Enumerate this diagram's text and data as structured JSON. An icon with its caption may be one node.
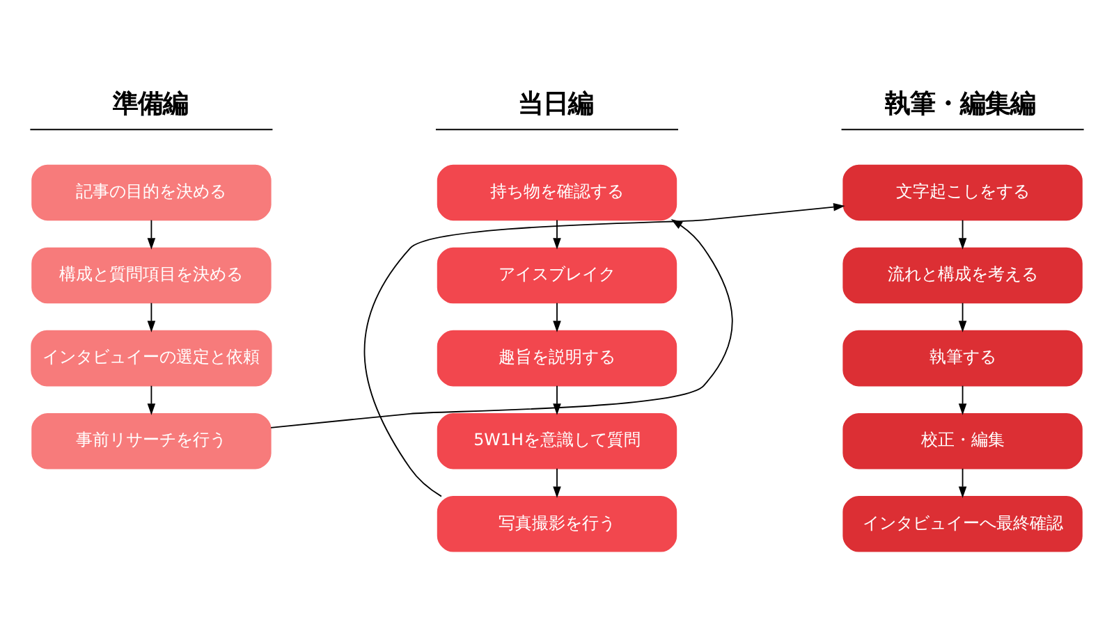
{
  "diagram": {
    "nodes": [
      {
        "text": [
          "記事の目的を決める"
        ]
      },
      {
        "text": [
          "構成と質問項目を決める"
        ]
      },
      {
        "text": [
          "インタビュイーの選定と依頼"
        ]
      },
      {
        "text": [
          "事前リサーチを行う"
        ]
      },
      {
        "text": [
          "持ち物を確認する"
        ]
      },
      {
        "text": [
          "アイスブレイク"
        ]
      },
      {
        "text": [
          "趣旨を説明する"
        ]
      },
      {
        "text": [
          "5W1Hを意識して質問"
        ]
      },
      {
        "text": [
          "写真撮影を行う"
        ]
      },
      {
        "text": [
          "文字起こしをする"
        ]
      },
      {
        "text": [
          "流れと構成を考える"
        ]
      },
      {
        "text": [
          "執筆する"
        ]
      },
      {
        "text": [
          "校正・編集"
        ]
      },
      {
        "text": [
          "インタビュイーへ最終確認"
        ]
      }
    ],
    "edges": [
      {
        "from": 0,
        "to": 1,
        "arrow": "to"
      },
      {
        "from": 1,
        "to": 2,
        "arrow": "to"
      },
      {
        "from": 2,
        "to": 3,
        "arrow": "to"
      },
      {
        "from": 3,
        "to": 4,
        "arrow": "to"
      },
      {
        "from": 4,
        "to": 5,
        "arrow": "to"
      },
      {
        "from": 5,
        "to": 6,
        "arrow": "to"
      },
      {
        "from": 6,
        "to": 7,
        "arrow": "to"
      },
      {
        "from": 7,
        "to": 8,
        "arrow": "to"
      },
      {
        "from": 8,
        "to": 9,
        "arrow": "to"
      },
      {
        "from": 9,
        "to": 10,
        "arrow": "to"
      },
      {
        "from": 10,
        "to": 11,
        "arrow": "to"
      },
      {
        "from": 11,
        "to": 12,
        "arrow": "to"
      },
      {
        "from": 12,
        "to": 13,
        "arrow": "to"
      }
    ],
    "labels": [
      "準備編",
      "当日編",
      "執筆・編集編"
    ]
  }
}
